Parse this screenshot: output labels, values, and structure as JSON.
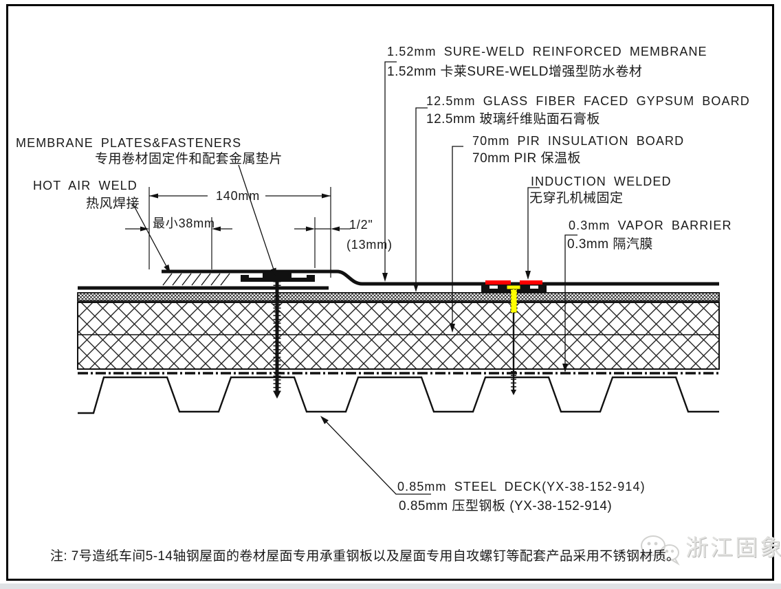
{
  "drawing": {
    "callouts": {
      "membrane": {
        "en": "1.52mm SURE-WELD REINFORCED MEMBRANE",
        "cn": "1.52mm 卡莱SURE-WELD增强型防水卷材"
      },
      "gypsum": {
        "en": "12.5mm GLASS FIBER FACED GYPSUM BOARD",
        "cn": "12.5mm 玻璃纤维贴面石膏板"
      },
      "insulation": {
        "en": "70mm PIR INSULATION BOARD",
        "cn": "70mm PIR 保温板"
      },
      "induction": {
        "en": "INDUCTION WELDED",
        "cn": "无穿孔机械固定"
      },
      "vapor": {
        "en": "0.3mm VAPOR BARRIER",
        "cn": "0.3mm 隔汽膜"
      },
      "plates": {
        "en": "MEMBRANE PLATES&FASTENERS",
        "cn": "专用卷材固定件和配套金属垫片"
      },
      "hot_air": {
        "en": "HOT AIR WELD",
        "cn": "热风焊接"
      },
      "deck": {
        "en": "0.85mm STEEL DECK(YX-38-152-914)",
        "cn": "0.85mm 压型钢板 (YX-38-152-914)"
      }
    },
    "dimensions": {
      "lap": "140mm",
      "min_weld": "最小38mm",
      "selvage_in": "1/2\"",
      "selvage_mm": "(13mm)"
    },
    "note": "注: 7号造纸车间5-14轴钢屋面的卷材屋面专用承重钢板以及屋面专用自攻螺钉等配套产品采用不锈钢材质。",
    "watermark": "浙江固象",
    "colors": {
      "line": "#111111",
      "weld_mark": "#ff0000",
      "fastener_highlight": "#ffff00"
    }
  }
}
